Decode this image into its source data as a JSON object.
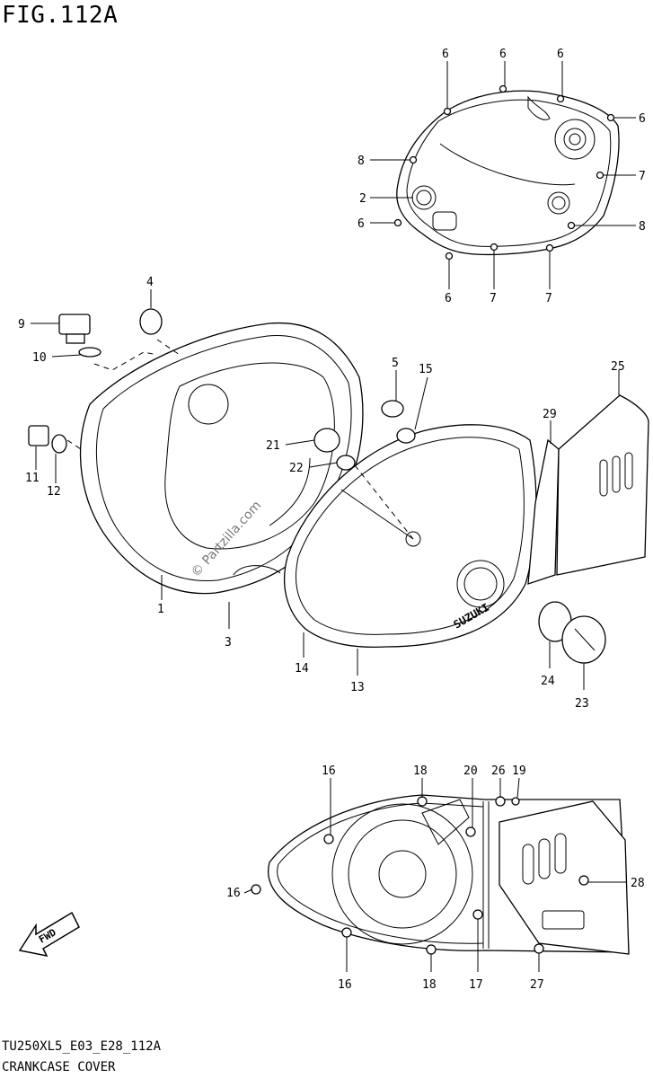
{
  "figure": {
    "title": "FIG.112A",
    "code": "TU250XL5_E03_E28_112A",
    "name": "CRANKCASE COVER"
  },
  "watermark": "© Partzilla.com",
  "labels": {
    "fwd": "FWD",
    "brand": "SUZUKI",
    "top_group": [
      "6",
      "6",
      "6",
      "6",
      "8",
      "2",
      "6",
      "8",
      "7",
      "6",
      "7",
      "7"
    ],
    "middle_group": [
      "4",
      "9",
      "10",
      "5",
      "15",
      "25",
      "11",
      "12",
      "21",
      "22",
      "29",
      "1",
      "3",
      "14",
      "13",
      "24",
      "23"
    ],
    "bottom_group": [
      "16",
      "18",
      "20",
      "26",
      "19",
      "16",
      "28",
      "16",
      "18",
      "17",
      "27"
    ]
  }
}
